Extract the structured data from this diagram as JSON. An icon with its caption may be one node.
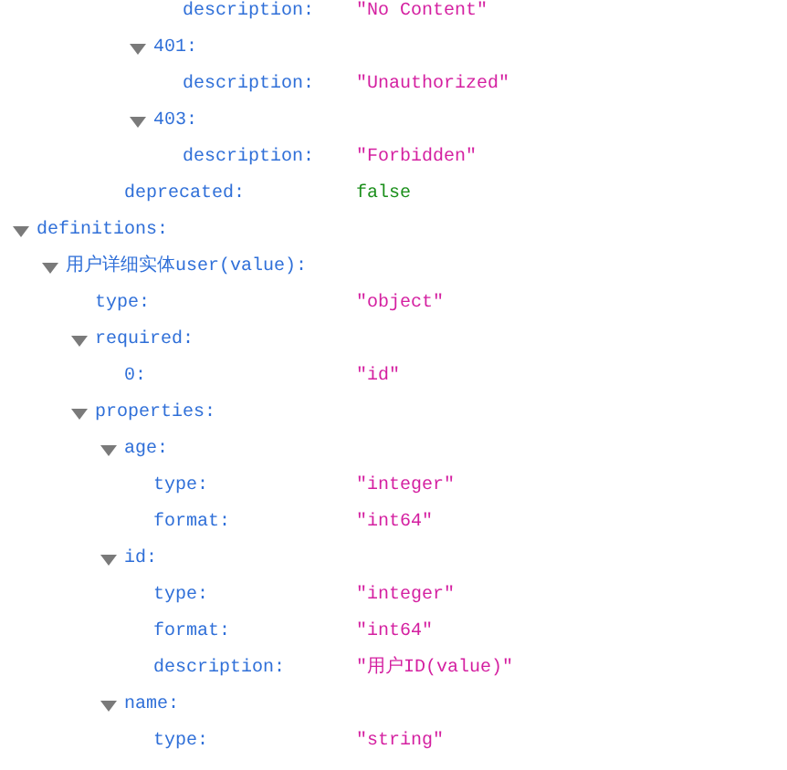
{
  "diagram": {
    "labels": [
      "description:",
      "\"No Content\"",
      "401:",
      "description:",
      "\"Unauthorized\"",
      "403:",
      "description:",
      "\"Forbidden\"",
      "deprecated:",
      "false",
      "definitions:",
      "用户详细实体user(value):",
      "type:",
      "\"object\"",
      "required:",
      "0:",
      "\"id\"",
      "properties:",
      "age:",
      "type:",
      "\"integer\"",
      "format:",
      "\"int64\"",
      "id:",
      "type:",
      "\"integer\"",
      "format:",
      "\"int64\"",
      "description:",
      "\"用户ID(value)\"",
      "name:",
      "type:",
      "\"string\""
    ]
  }
}
